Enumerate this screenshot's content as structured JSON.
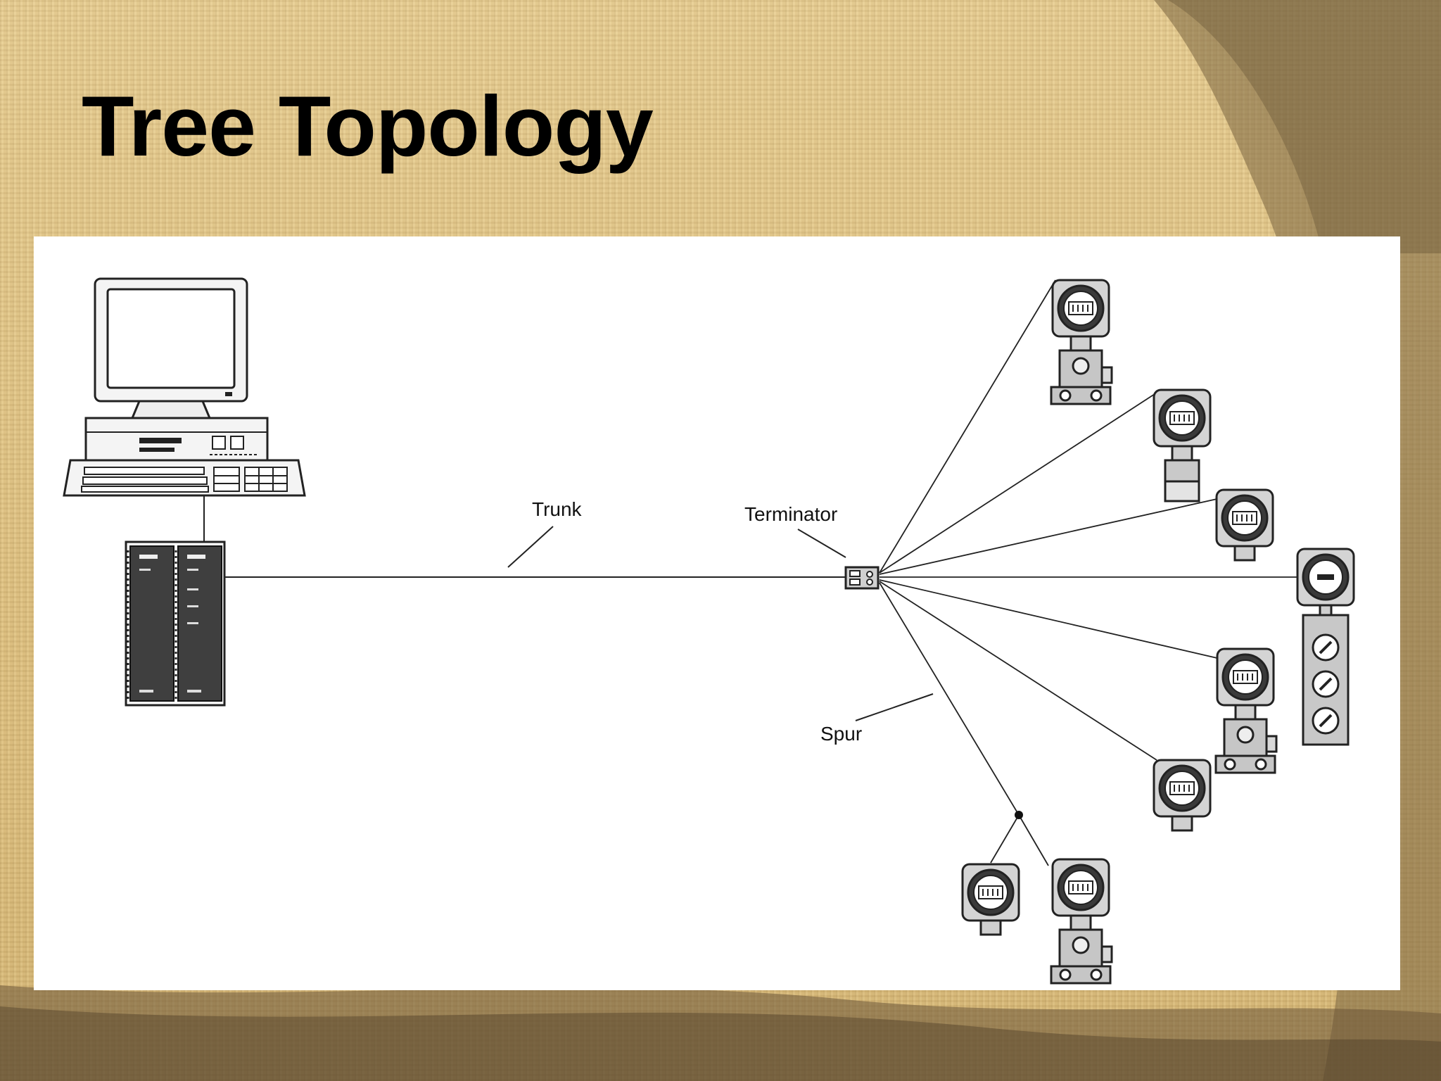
{
  "slide": {
    "title": "Tree Topology"
  },
  "diagram": {
    "labels": {
      "trunk": "Trunk",
      "terminator": "Terminator",
      "spur": "Spur"
    },
    "nodes": {
      "host": "computer-workstation",
      "interface": "fieldbus-interface-module",
      "junction": "terminator-junction-box",
      "field_devices": [
        "transmitter-1",
        "transmitter-2",
        "transmitter-3",
        "valve-positioner",
        "transmitter-5",
        "transmitter-6",
        "transmitter-7",
        "transmitter-8"
      ]
    }
  },
  "colors": {
    "background": "#e3c78a",
    "panel": "#ffffff",
    "line": "#1a1a1a",
    "device_fill": "#d9d9d9",
    "device_dark": "#3a3a3a"
  }
}
